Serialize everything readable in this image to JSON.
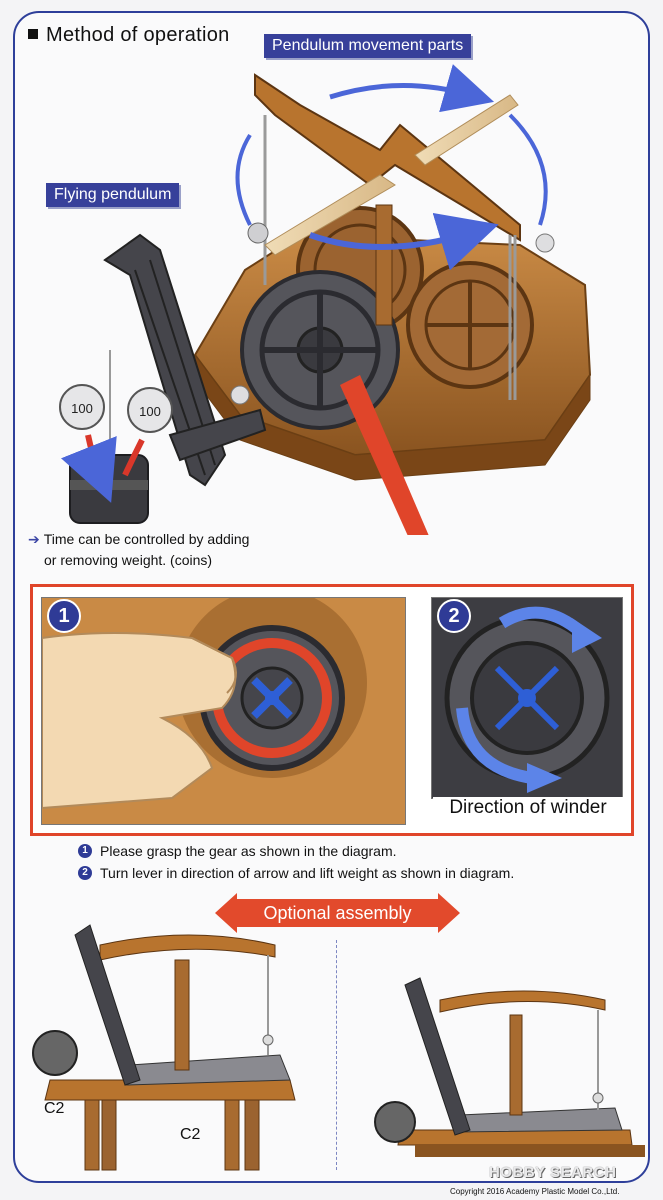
{
  "heading": "Method of operation",
  "labels": {
    "pendulum_parts": "Pendulum movement parts",
    "flying_pendulum": "Flying pendulum",
    "coin": "100"
  },
  "note": {
    "line1": "Time can be controlled by adding",
    "line2": "or removing weight. (coins)"
  },
  "panel": {
    "badge1": "1",
    "badge2": "2",
    "winder_caption": "Direction of winder"
  },
  "steps": [
    {
      "num": "1",
      "text": "Please grasp the gear as shown in the diagram."
    },
    {
      "num": "2",
      "text": "Turn lever in direction of arrow and lift weight as shown in diagram."
    }
  ],
  "optional": {
    "label": "Optional assembly",
    "part_label": "C2"
  },
  "watermark": "HOBBY SEARCH",
  "copyright": "Copyright 2016 Academy Plastic Model Co.,Ltd.",
  "colors": {
    "frame": "#2e3f9a",
    "tag": "#37409a",
    "accent_red": "#e0452a",
    "wood": "#b8742e",
    "wood_dark": "#8a5420",
    "gear_gray": "#4a4a50",
    "winder_blue": "#2e5fd6"
  }
}
